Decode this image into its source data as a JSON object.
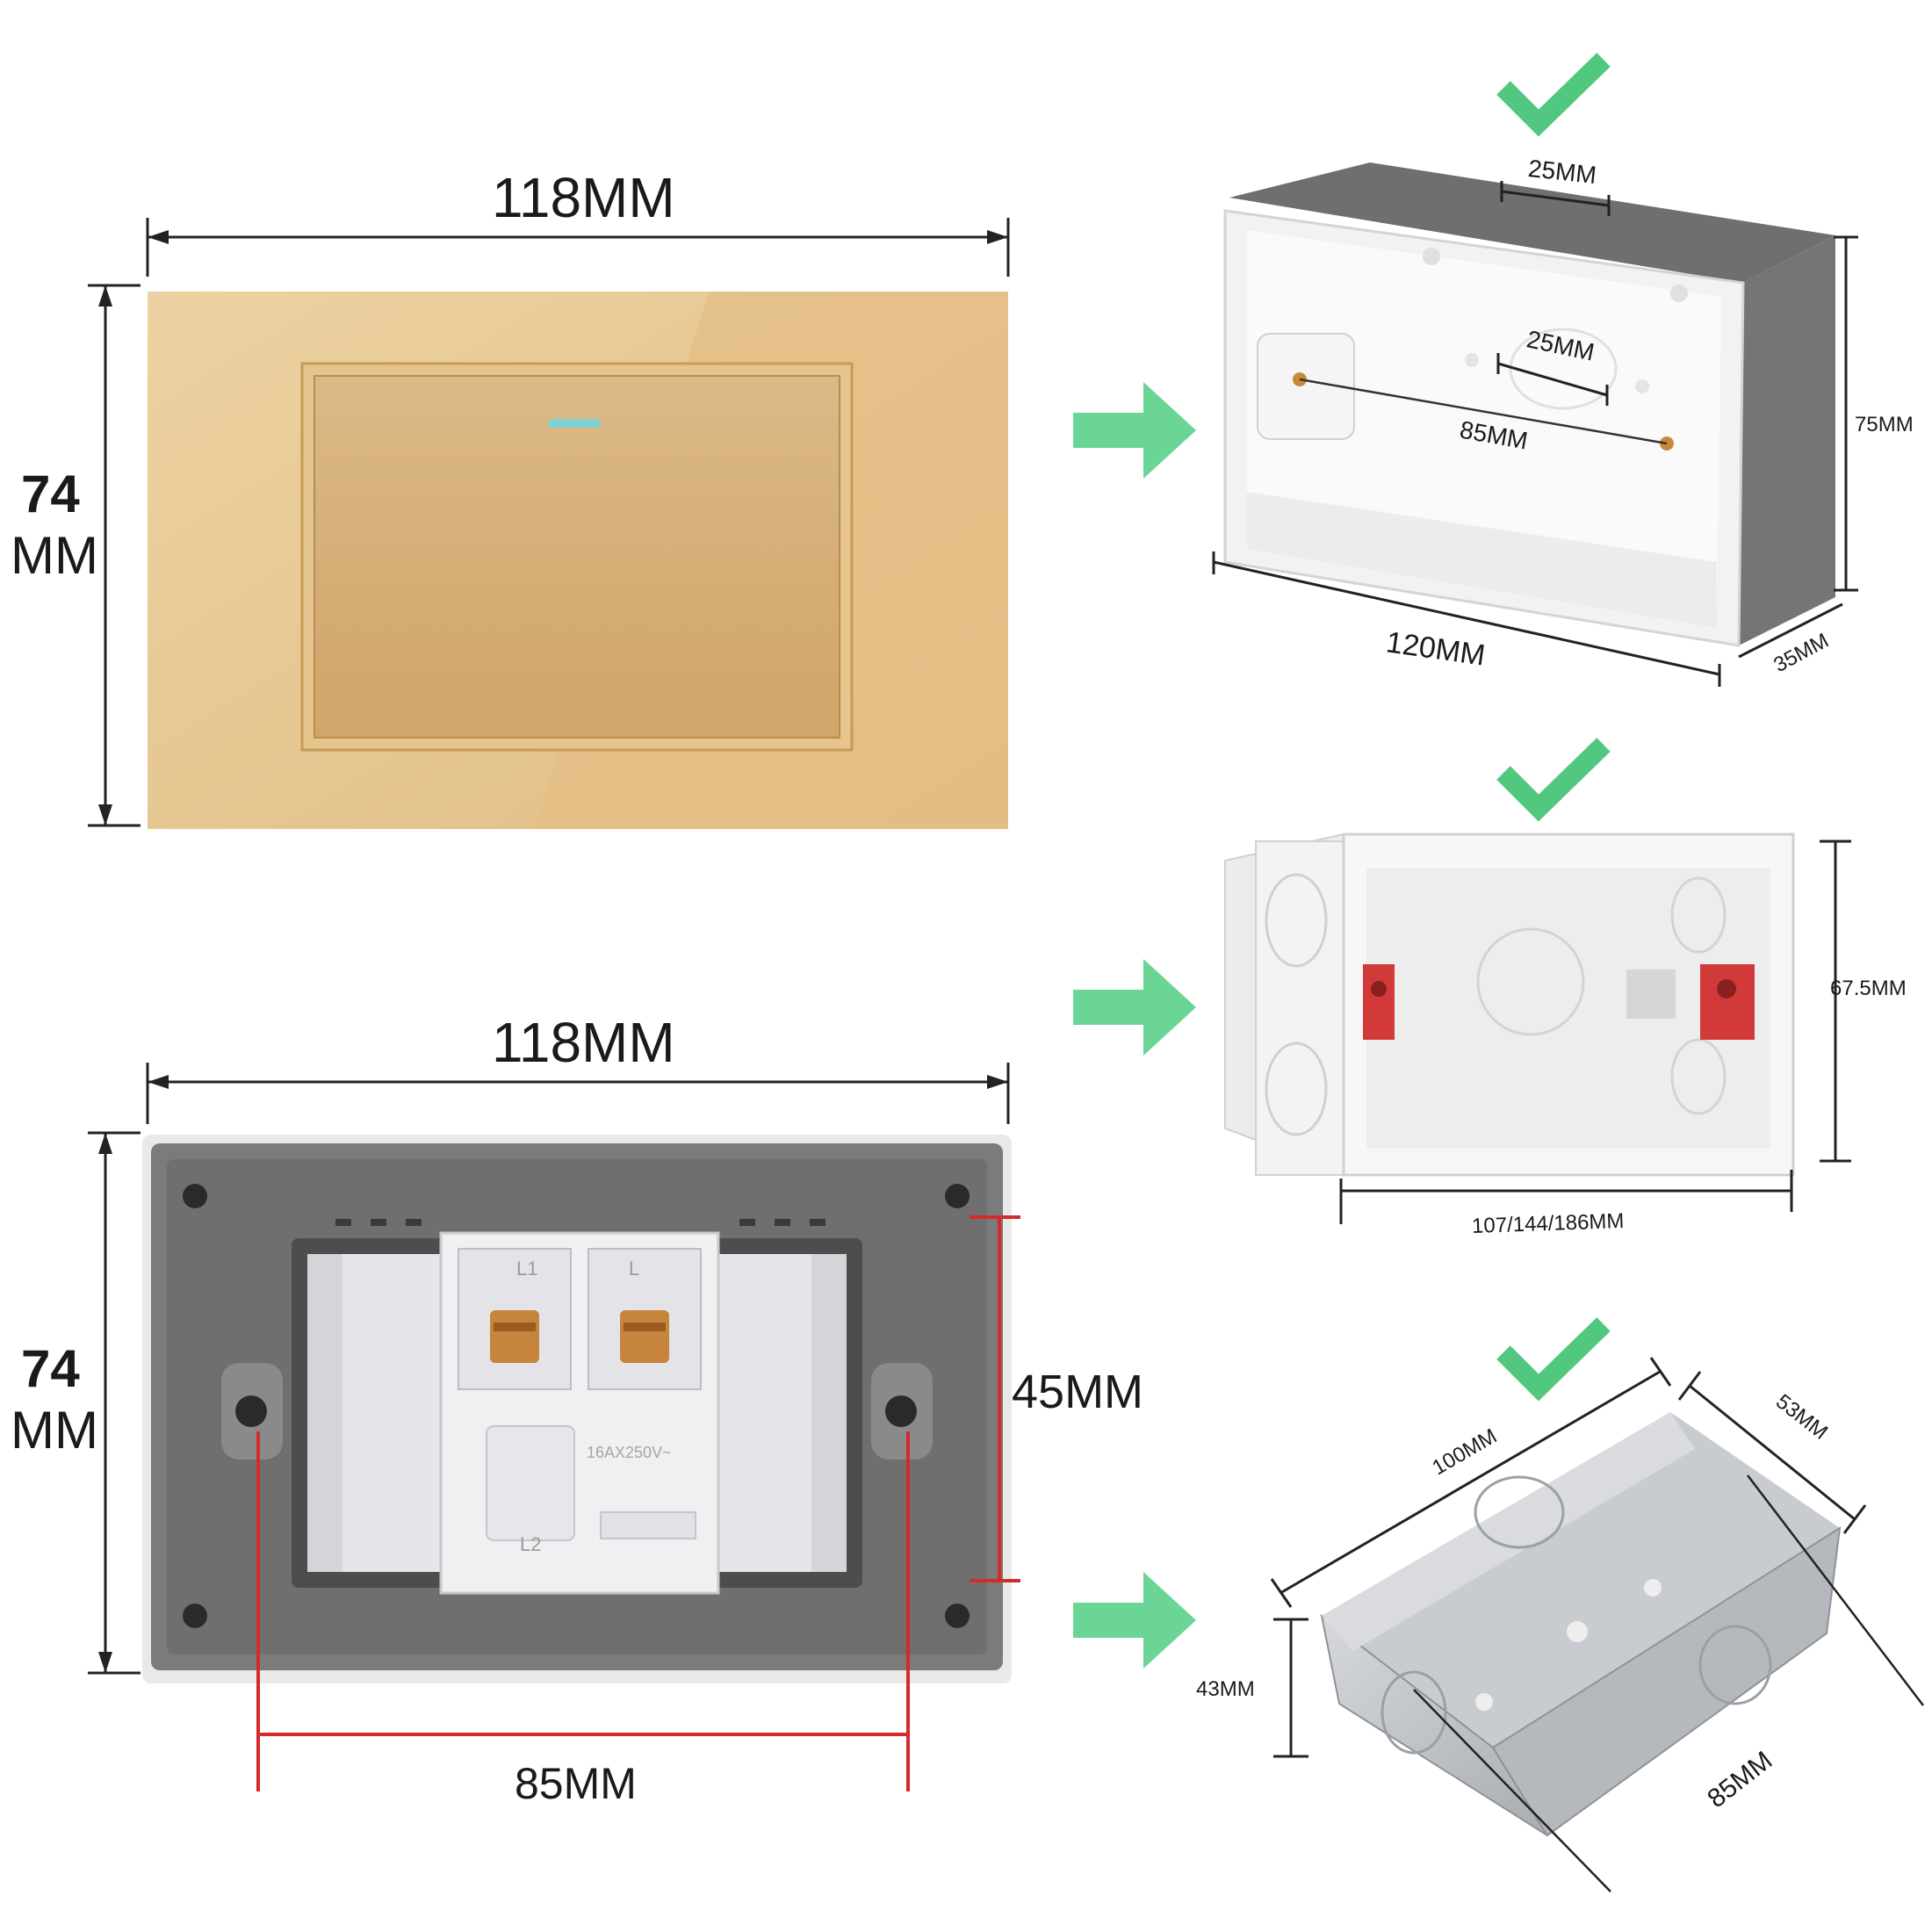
{
  "switch_plate": {
    "width_label": "118MM",
    "height_label_top": "74",
    "height_label_bottom": "MM",
    "colors": {
      "plate": "#e2bf86",
      "rocker": "#d7b27a",
      "indicator": "#7fd1d2"
    }
  },
  "back_plate": {
    "width_label": "118MM",
    "height_label_top": "74",
    "height_label_bottom": "MM",
    "screw_spacing_label": "85MM",
    "module_height_label": "45MM",
    "terminal_labels": [
      "L1",
      "L",
      "L2"
    ],
    "rating_text": "16AX250V~",
    "colors": {
      "frame": "#7a7a7a",
      "dimension_line": "#d42a2a"
    }
  },
  "box_pvc_gray": {
    "top_slot_label": "25MM",
    "inner_hole_label": "25MM",
    "screw_spacing_label": "85MM",
    "height_label": "75MM",
    "length_label": "120MM",
    "depth_label": "35MM"
  },
  "box_white_modular": {
    "height_label": "67.5MM",
    "length_label": "107/144/186MM",
    "colors": {
      "screw_block": "#d23a3a"
    }
  },
  "box_metal": {
    "length_label": "100MM",
    "width_label": "53MM",
    "height_label": "43MM",
    "diagonal_label": "85MM"
  },
  "icons": {
    "arrow": "right-arrow-icon",
    "check": "checkmark-icon"
  },
  "colors": {
    "arrow": "#5bd08a",
    "check": "#52c77f"
  }
}
